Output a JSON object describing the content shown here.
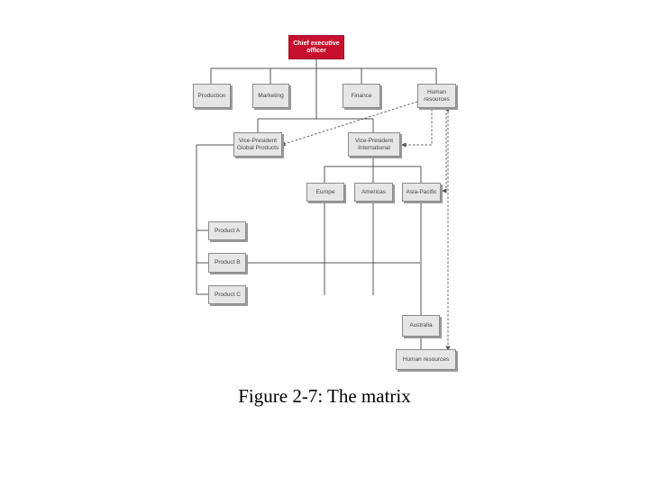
{
  "nodes": {
    "ceo": "Chief executive\nofficer",
    "production": "Production",
    "marketing": "Marketing",
    "finance": "Finance",
    "human_resources": "Human\nresources",
    "vp_global_products": "Vice-President\nGlobal Products",
    "vp_international": "Vice-President\nInternational",
    "europe": "Europe",
    "americas": "Americas",
    "asia_pacific": "Asia-Pacific",
    "product_a": "Product A",
    "product_b": "Product B",
    "product_c": "Product C",
    "australia": "Australia",
    "human_resources_regional": "Human resources"
  },
  "caption": "Figure 2-7: The matrix",
  "colors": {
    "ceo_fill": "#c8102e",
    "box_fill": "#e6e6e6",
    "line": "#555555"
  }
}
